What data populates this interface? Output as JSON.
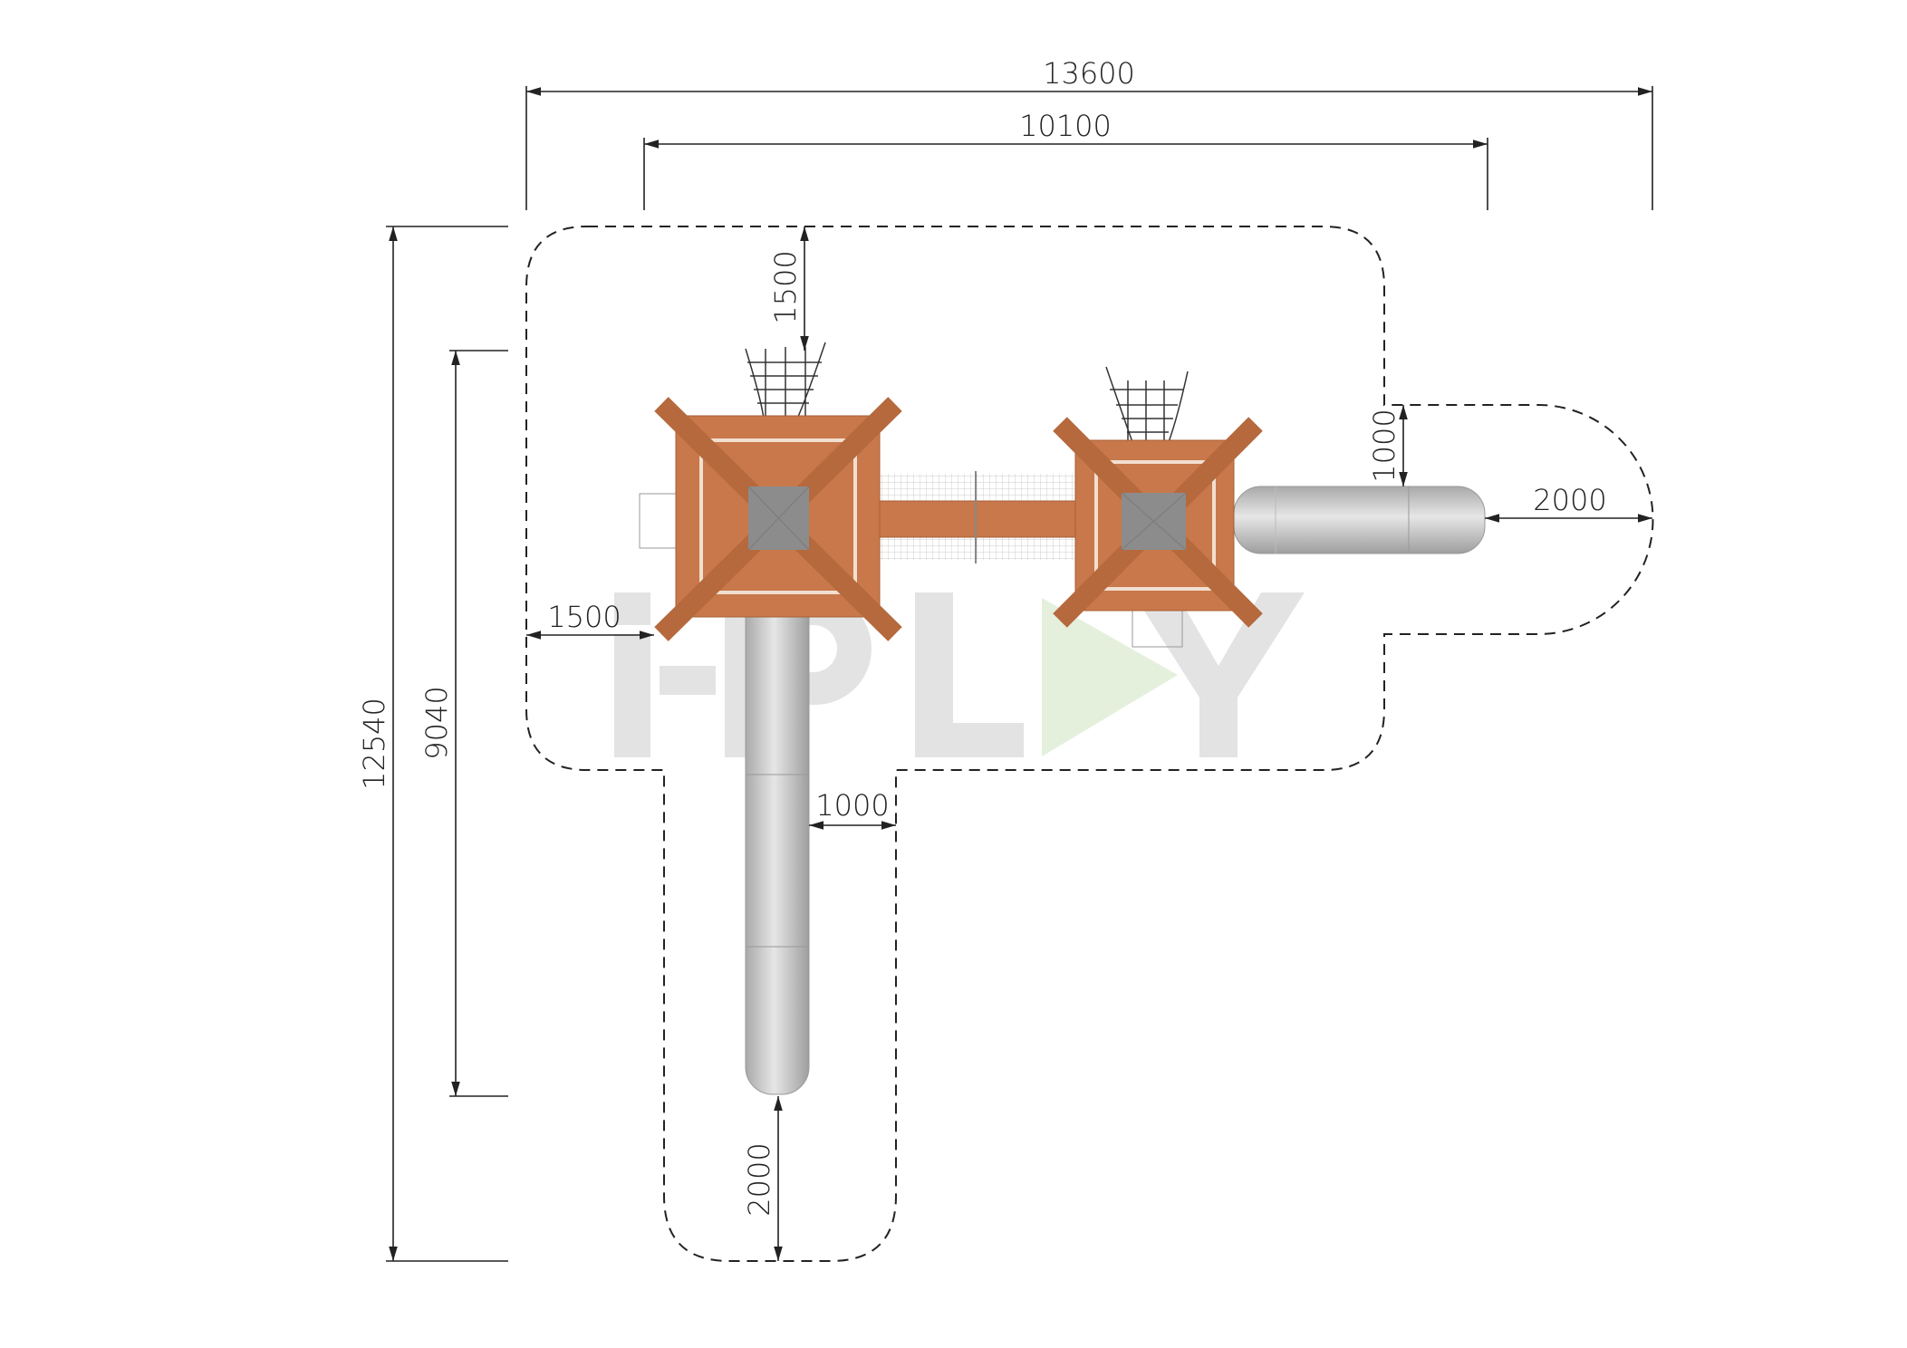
{
  "drawing": {
    "title": "Playground equipment top view with safety zone",
    "watermark": "i-PLAY",
    "colors": {
      "wood": "#c8784a",
      "steel": "#c9c9c9",
      "logo_gray": "#e3e3e3",
      "logo_green": "#e4f0dc"
    },
    "dimensions": {
      "overall_width": "13600",
      "structure_width": "10100",
      "overall_depth": "12540",
      "structure_depth": "9040",
      "top_clearance": "1500",
      "left_clearance": "1500",
      "right_slide_side_clearance": "1000",
      "right_slide_end_clearance": "2000",
      "bottom_slide_side_clearance": "1000",
      "bottom_slide_end_clearance": "2000"
    }
  }
}
